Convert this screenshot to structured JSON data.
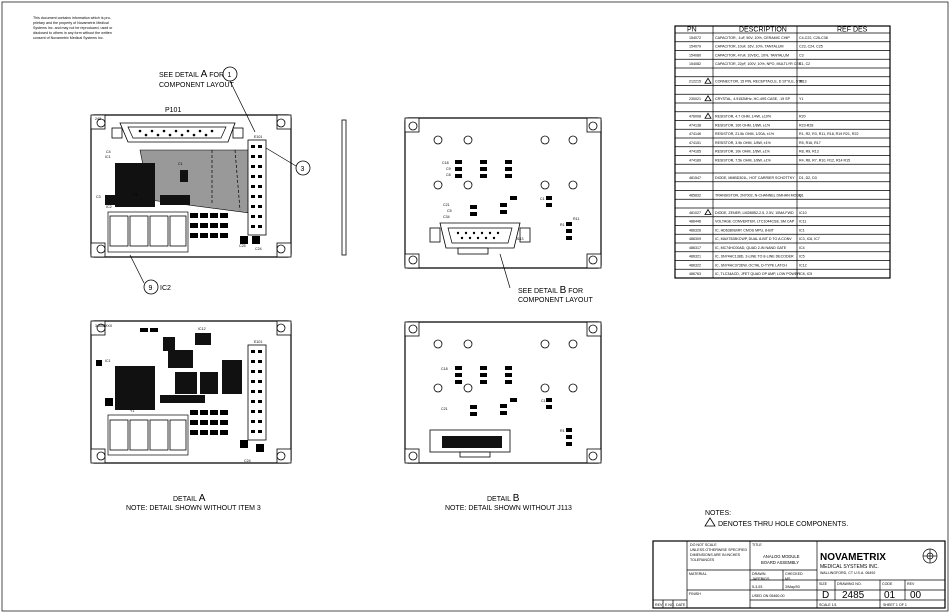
{
  "copyright_notice": "This document contains information which is proprietary and the property of Novametrix Medical Systems Inc. and may not be reproduced, used or disclosed to others in any form without the written consent of Novametrix Medical Systems Inc.",
  "views": {
    "top_left": {
      "board_label": "P101",
      "callout_1_text": "SEE DETAIL A FOR COMPONENT LAYOUT",
      "callout_1_num": "1",
      "callout_3_num": "3",
      "callout_9_num": "9",
      "callout_9_label": "IC2"
    },
    "top_right": {
      "callout_text_line1": "SEE DETAIL B FOR",
      "callout_text_line2": "COMPONENT LAYOUT"
    },
    "detail_a": {
      "title": "DETAIL A",
      "note": "NOTE: DETAIL SHOWN WITHOUT ITEM 3",
      "board_code": "34658XXX"
    },
    "detail_b": {
      "title": "DETAIL B",
      "note": "NOTE: DETAIL SHOWN WITHOUT J113"
    }
  },
  "bom": {
    "headers": [
      "PN",
      "DESCRIPTION",
      "REF DES"
    ],
    "rows": [
      {
        "pn": "154072",
        "desc": "CAPACITOR, .1uF, 50V, 10%, CERAMIC CHIP",
        "ref": "C4-C22, C26-C38"
      },
      {
        "pn": "154079",
        "desc": "CAPACITOR, 10uF, 16V, 10%, TANTALUM",
        "ref": "C23, C24, C25"
      },
      {
        "pn": "154080",
        "desc": "CAPACITOR, 47uF, 10VDC, 10%, TANTALUM",
        "ref": "C3"
      },
      {
        "pn": "154082",
        "desc": "CAPACITOR, 22pF, 100V, 10%, NPO, MULTLYR CER",
        "ref": "C1, C2"
      },
      {
        "pn": "",
        "desc": "",
        "ref": ""
      },
      {
        "pn": "212215",
        "desc": "CONNECTOR, 15 PIN, RECEPTACLE, D STYLE, STR",
        "ref": "J113",
        "warn": true
      },
      {
        "pn": "",
        "desc": "",
        "ref": ""
      },
      {
        "pn": "230021",
        "desc": "CRYSTAL, 4.9152MHz, HC-49S CASE, .19 SP",
        "ref": "Y1",
        "warn": true
      },
      {
        "pn": "",
        "desc": "",
        "ref": ""
      },
      {
        "pn": "476008",
        "desc": "RESISTOR, 4.7 OHM, 1/4W, ±10%",
        "ref": "R20",
        "warn": true
      },
      {
        "pn": "474138",
        "desc": "RESISTOR, 100 OHM, 1/8W, ±1%",
        "ref": "R23-R28"
      },
      {
        "pn": "474146",
        "desc": "RESISTOR, 21.5k OHM, 1/20A, ±1%",
        "ref": "R1, R2, R3, R11, R18, R19 R21, R22"
      },
      {
        "pn": "474151",
        "desc": "RESISTOR, 3.9k OHM, 1/8W, ±1%",
        "ref": "R5, R16, R17"
      },
      {
        "pn": "474165",
        "desc": "RESISTOR, 10k OHM, 1/8W, ±1%",
        "ref": "R8, R9, R13"
      },
      {
        "pn": "474189",
        "desc": "RESISTOR, 7.5k OHM, 1/8W, ±1%",
        "ref": "R4, R6, R7, R10, R12, R14 R15"
      },
      {
        "pn": "",
        "desc": "",
        "ref": ""
      },
      {
        "pn": "481547",
        "desc": "DIODE, MMBD301L, HOT CARRIER SCHOTTKY",
        "ref": "D1, D2, D3"
      },
      {
        "pn": "",
        "desc": "",
        "ref": ""
      },
      {
        "pn": "485832",
        "desc": "TRANSISTOR, 2N7002, N-CHANNEL DMHAN MODE",
        "ref": "Q1"
      },
      {
        "pn": "",
        "desc": "",
        "ref": ""
      },
      {
        "pn": "481027",
        "desc": "DIODE, ZENER, LM285B2-2.5, 2.5V, 10MA FWD",
        "ref": "IC10",
        "warn": true
      },
      {
        "pn": "486446",
        "desc": "VOLTAGE CONVERTER, LTC1044CS8, SM CAP",
        "ref": "IC11"
      },
      {
        "pn": "486326",
        "desc": "IC, HD6380UMP, CMOS MPU, 8-BIT",
        "ref": "IC1"
      },
      {
        "pn": "486309",
        "desc": "IC, MAX7528KCWP, DUAL 8-BIT D TO A CONV",
        "ref": "IC3, IC6, IC7"
      },
      {
        "pn": "486317",
        "desc": "IC, MC74HC00AD, QUAD 2-IN NAND GATE",
        "ref": "IC4"
      },
      {
        "pn": "486321",
        "desc": "IC, SN74HC138D, 3-LINE TO 8-LINE DECODER",
        "ref": "IC5"
      },
      {
        "pn": "486322",
        "desc": "IC, SN74HC373DW, OCTAL D-TYPE LATCH",
        "ref": "IC12"
      },
      {
        "pn": "486763",
        "desc": "IC, TLC34ACD, JFET QUAD OP AMP, LOW POWER",
        "ref": "IC8, IC9"
      }
    ]
  },
  "notes": {
    "heading": "NOTES:",
    "item": "DENOTES THRU HOLE COMPONENTS."
  },
  "title_block": {
    "title_line1": "ANALOG MODULE",
    "title_line2": "BOARD ASSEMBLY",
    "company": "NOVAMETRIX",
    "company_sub": "MEDICAL SYSTEMS INC.",
    "company_addr": "WALLINGFORD, CT U.S.A. 06492",
    "size_label": "SIZE",
    "size": "D",
    "drawing_no_label": "DRAWING NO.",
    "drawing_no": "2485",
    "code_label": "CODE",
    "code": "01",
    "rev_label": "REV",
    "rev": "00",
    "scale": "SCALE 1/1",
    "sheet": "SHEET 1 OF 1",
    "drawn_label": "DRAWN",
    "drawn": "JAFEBIGS",
    "drawn_date": "5-3-93",
    "checked_label": "CHECKED",
    "checked": "MS",
    "checked_date": "3/May/93",
    "material_label": "MATERIAL",
    "finish_label": "FINISH",
    "used_on": "USED ON 05460-00",
    "rev_col1": "REV",
    "rev_col2": "E NO.",
    "rev_col3": "DATE",
    "tolerance_text": "DO NOT SCALE UNLESS OTHERWISE SPECIFIED DIMENSIONS ARE IN INCHES TOLERANCES"
  }
}
